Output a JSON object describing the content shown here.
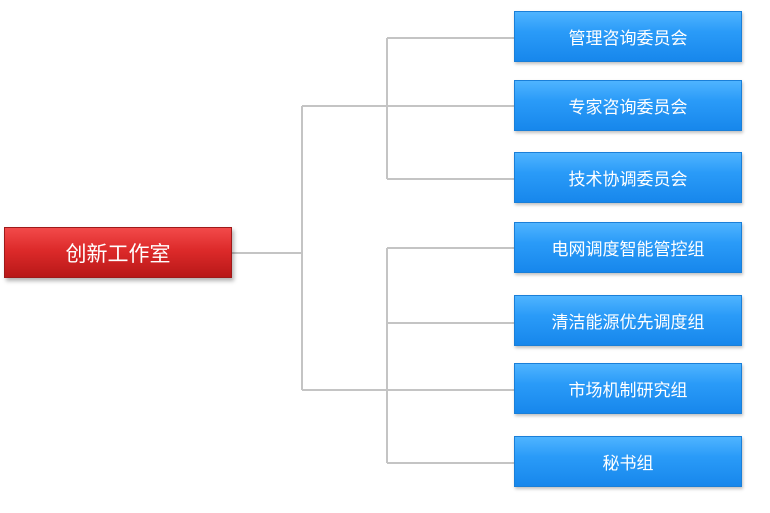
{
  "diagram": {
    "root": {
      "label": "创新工作室",
      "color": "#dd2a2a"
    },
    "children": [
      {
        "label": "管理咨询委员会"
      },
      {
        "label": "专家咨询委员会"
      },
      {
        "label": "技术协调委员会"
      },
      {
        "label": "电网调度智能管控组"
      },
      {
        "label": "清洁能源优先调度组"
      },
      {
        "label": "市场机制研究组"
      },
      {
        "label": "秘书组"
      }
    ],
    "child_color": "#2a9bf8",
    "connector_color": "#c4c4c4"
  }
}
